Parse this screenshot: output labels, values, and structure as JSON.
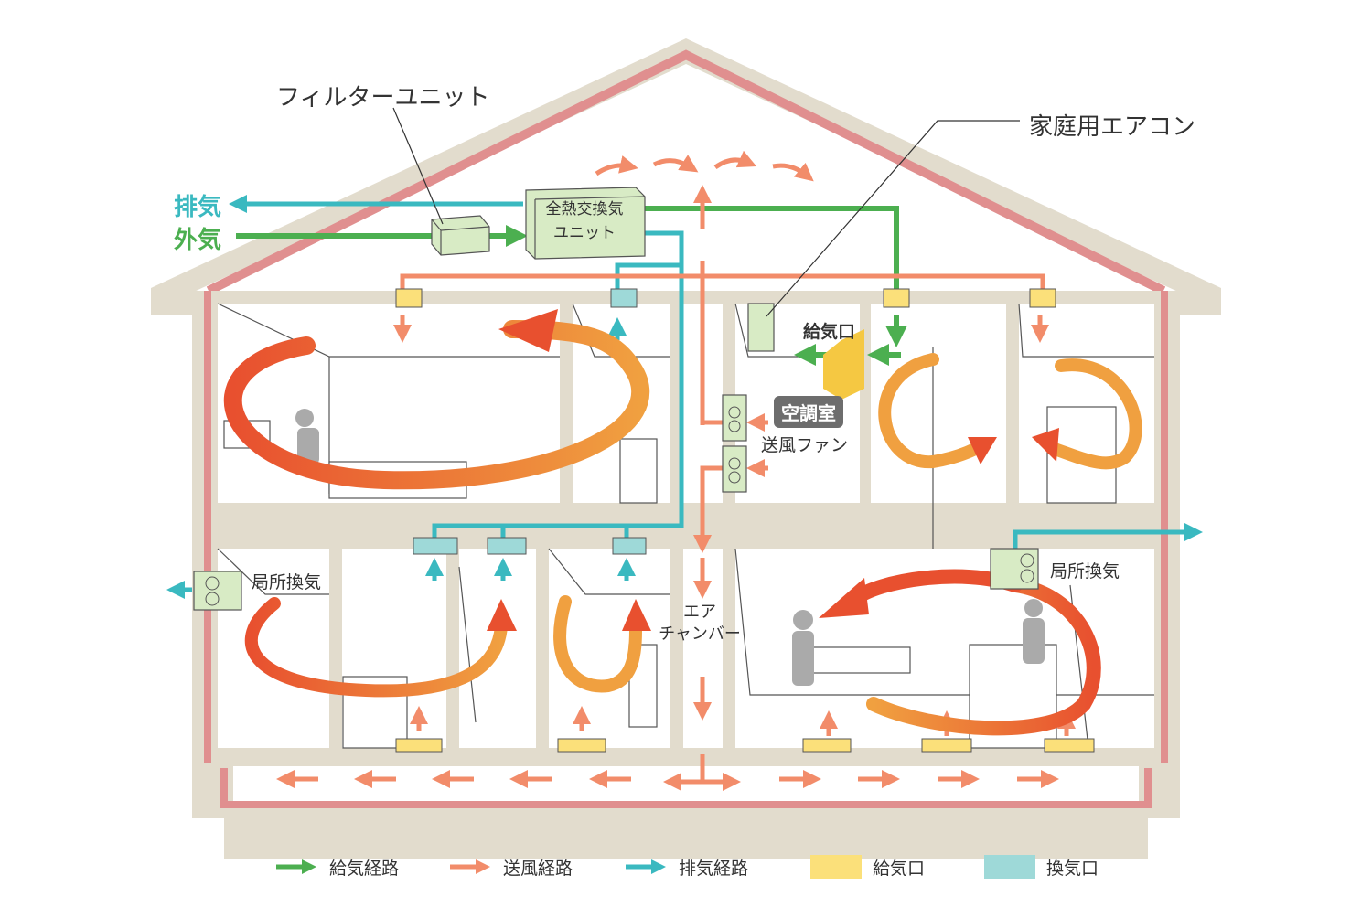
{
  "labels": {
    "filter_unit": "フィルターユニット",
    "home_aircon": "家庭用エアコン",
    "exhaust_outside": "排気",
    "outside_air": "外気",
    "erv_unit_line1": "全熱交換気",
    "erv_unit_line2": "ユニット",
    "supply_port": "給気口",
    "ac_room": "空調室",
    "blower_fan": "送風ファン",
    "local_vent_left": "局所換気",
    "local_vent_right": "局所換気",
    "air_chamber_line1": "エア",
    "air_chamber_line2": "チャンバー"
  },
  "legend": [
    {
      "label": "給気経路",
      "kind": "arrow",
      "color": "#4caf50"
    },
    {
      "label": "送風経路",
      "kind": "arrow",
      "color": "#f28c6a"
    },
    {
      "label": "排気経路",
      "kind": "arrow",
      "color": "#3ab9c0"
    },
    {
      "label": "給気口",
      "kind": "swatch",
      "color": "#fbe07a"
    },
    {
      "label": "換気口",
      "kind": "swatch",
      "color": "#9ed9d8"
    }
  ],
  "colors": {
    "supply": "#4caf50",
    "blow": "#f28c6a",
    "exhaust": "#3ab9c0",
    "supply_port": "#fbe07a",
    "vent_port": "#9ed9d8",
    "wall": "#e2dccd",
    "insulation": "#e08f8f",
    "circulation": "#e8502f"
  },
  "icons": [
    "room-furniture-silhouettes",
    "fan-unit-icon",
    "vent-box-icon"
  ]
}
